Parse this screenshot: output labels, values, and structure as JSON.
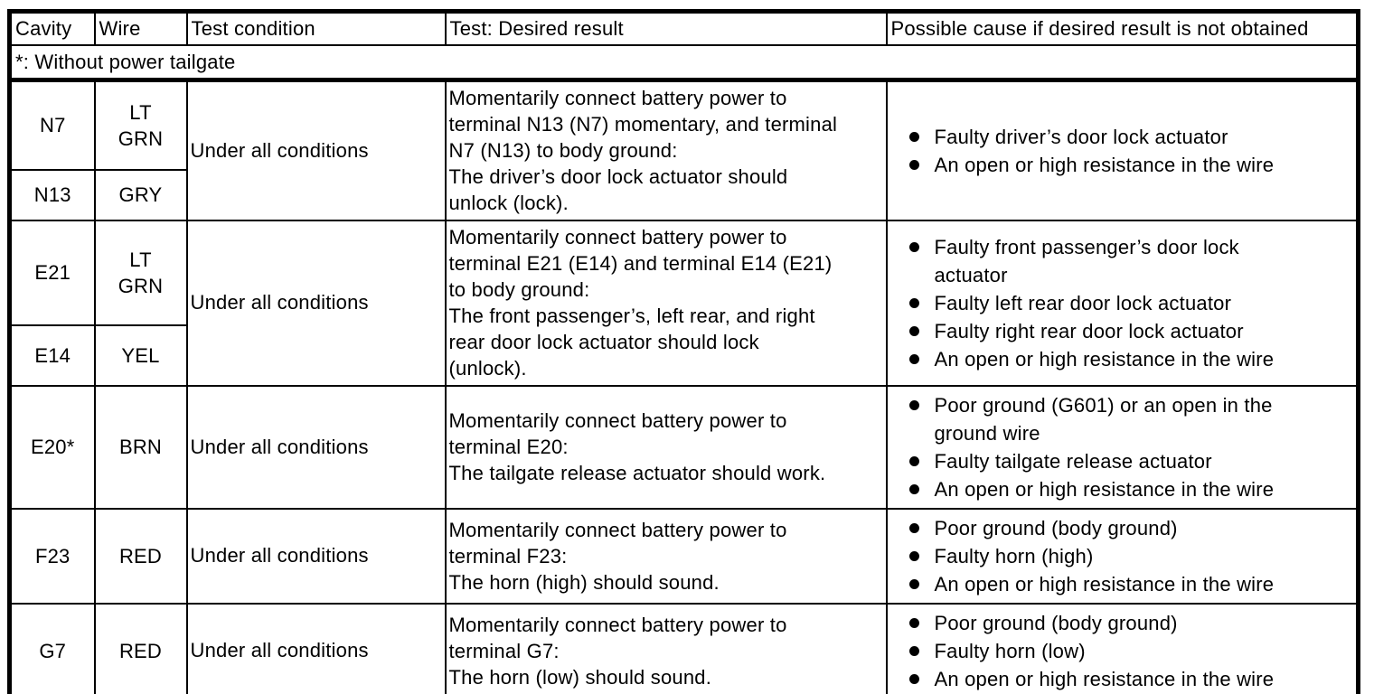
{
  "colors": {
    "text": "#000000",
    "border": "#000000",
    "background": "#ffffff"
  },
  "table": {
    "headers": [
      "Cavity",
      "Wire",
      "Test condition",
      "Test: Desired result",
      "Possible cause if desired result is not obtained"
    ],
    "note": "*: Without power tailgate",
    "rows": [
      {
        "cavities": [
          {
            "cavity": "N7",
            "wire": "LT\nGRN"
          },
          {
            "cavity": "N13",
            "wire": "GRY"
          }
        ],
        "condition": "Under all conditions",
        "test": "Momentarily connect battery power to\nterminal N13 (N7) momentary, and terminal\nN7 (N13) to body ground:\nThe driver’s door lock actuator should\nunlock (lock).",
        "causes": [
          "Faulty driver’s door lock actuator",
          "An open or high resistance in the wire"
        ]
      },
      {
        "cavities": [
          {
            "cavity": "E21",
            "wire": "LT\nGRN"
          },
          {
            "cavity": "E14",
            "wire": "YEL"
          }
        ],
        "condition": "Under all conditions",
        "test": "Momentarily connect battery power to\nterminal E21 (E14) and terminal E14 (E21)\nto body ground:\nThe front passenger’s, left rear, and right\nrear door lock actuator should lock\n(unlock).",
        "causes": [
          "Faulty front passenger’s door lock\nactuator",
          "Faulty left rear door lock actuator",
          "Faulty right rear door lock actuator",
          "An open or high resistance in the wire"
        ]
      },
      {
        "cavities": [
          {
            "cavity": "E20*",
            "wire": "BRN"
          }
        ],
        "condition": "Under all conditions",
        "test": "Momentarily connect battery power to\nterminal E20:\nThe tailgate release actuator should work.",
        "causes": [
          "Poor ground (G601) or an open in the\nground wire",
          "Faulty tailgate release actuator",
          "An open or high resistance in the wire"
        ]
      },
      {
        "cavities": [
          {
            "cavity": "F23",
            "wire": "RED"
          }
        ],
        "condition": "Under all conditions",
        "test": "Momentarily connect battery power to\nterminal F23:\nThe horn (high) should sound.",
        "causes": [
          "Poor ground (body ground)",
          "Faulty horn (high)",
          "An open or high resistance in the wire"
        ]
      },
      {
        "cavities": [
          {
            "cavity": "G7",
            "wire": "RED"
          }
        ],
        "condition": "Under all conditions",
        "test": "Momentarily connect battery power to\nterminal G7:\nThe horn (low) should sound.",
        "causes": [
          "Poor ground (body ground)",
          "Faulty horn (low)",
          "An open or high resistance in the wire"
        ]
      }
    ]
  }
}
